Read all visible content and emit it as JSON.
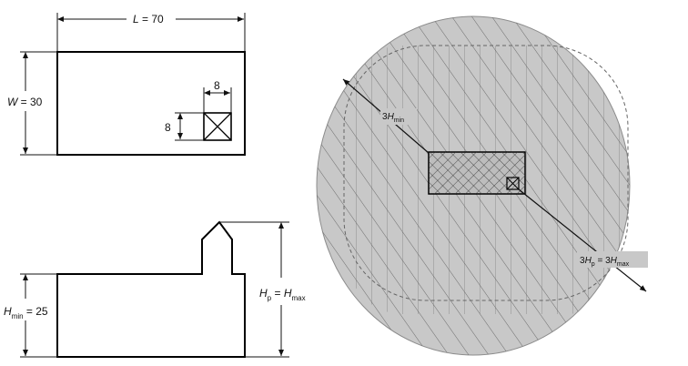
{
  "dimensions": {
    "length_label": {
      "var": "L",
      "rest": " = 70"
    },
    "width_label": {
      "var": "W",
      "rest": " = 30"
    },
    "small_square_width": "8",
    "small_square_height": "8",
    "hmin_label": {
      "var": "H",
      "sub": "min",
      "rest": " = 25"
    },
    "hp_label": {
      "var": "H",
      "sub": "p",
      "eq": " = ",
      "var2": "H",
      "sub2": "max"
    }
  },
  "zones": {
    "inner_radius_label": {
      "prefix": "3",
      "var": "H",
      "sub": "min"
    },
    "outer_radius_label": {
      "prefix": "3",
      "var": "H",
      "sub": "p",
      "eq": " = 3",
      "var2": "H",
      "sub2": "max"
    }
  },
  "colors": {
    "zone_fill": "#c8c8c8",
    "inner_zone_fill": "#b9b9b9",
    "hatch": "#555555",
    "outline": "#000000"
  }
}
